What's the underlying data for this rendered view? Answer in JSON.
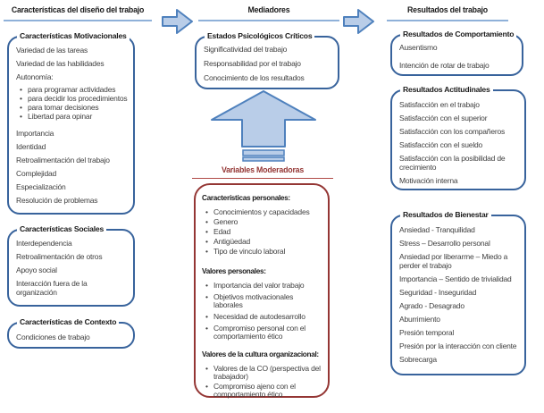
{
  "diagram": {
    "left": {
      "header": "Características del diseño del trabajo",
      "motivational": {
        "title": "Características  Motivacionales",
        "items_top": [
          "Variedad de las tareas",
          "Variedad de las habilidades",
          "Autonomía:"
        ],
        "autonomy_bullets": [
          "para programar  actividades",
          "para decidir los procedimientos",
          "para tomar decisiones",
          "Libertad para opinar"
        ],
        "items_bottom": [
          "Importancia",
          "Identidad",
          "Retroalimentación del trabajo",
          "Complejidad",
          "Especialización",
          "Resolución de problemas"
        ]
      },
      "social": {
        "title": "Características Sociales",
        "items": [
          "Interdependencia",
          "Retroalimentación de otros",
          "Apoyo social",
          "Interacción fuera de la organización"
        ]
      },
      "context": {
        "title": "Características de Contexto",
        "items": [
          "Condiciones de trabajo"
        ]
      }
    },
    "middle": {
      "header": "Mediadores",
      "critical_states": {
        "title": "Estados Psicológicos Críticos",
        "items": [
          "Significatividad del trabajo",
          "Responsabilidad por el trabajo",
          "Conocimiento de los resultados"
        ]
      },
      "moderators": {
        "header": "Variables Moderadoras",
        "groups": [
          {
            "title": "Características personales:",
            "bullets": [
              "Conocimientos y capacidades",
              "Genero",
              "Edad",
              "Antigüedad",
              "Tipo de vinculo laboral"
            ]
          },
          {
            "title": "Valores personales:",
            "bullets": [
              "Importancia del valor trabajo",
              "Objetivos motivacionales laborales",
              "Necesidad de autodesarrollo",
              "Compromiso personal con el comportamiento ético"
            ]
          },
          {
            "title": "Valores  de la cultura organizacional:",
            "bullets": [
              "Valores de la CO (perspectiva del trabajador)",
              "Compromiso ajeno con el comportamiento ético"
            ]
          }
        ]
      }
    },
    "right": {
      "header": "Resultados del trabajo",
      "behavior": {
        "title": "Resultados de Comportamiento",
        "items": [
          "Ausentismo",
          "Intención de rotar de trabajo"
        ]
      },
      "attitudinal": {
        "title": "Resultados Actitudinales",
        "items": [
          "Satisfacción en el trabajo",
          "Satisfacción con el superior",
          "Satisfacción con los compañeros",
          "Satisfacción con el sueldo",
          "Satisfacción con la posibilidad de crecimiento",
          "Motivación interna"
        ]
      },
      "wellbeing": {
        "title": "Resultados de Bienestar",
        "items": [
          "Ansiedad - Tranquilidad",
          "Stress – Desarrollo personal",
          "Ansiedad por liberarme – Miedo a perder el trabajo",
          "Importancia – Sentido de trivialidad",
          "Seguridad - Inseguridad",
          "Agrado - Desagrado",
          "Aburrimiento",
          "Presión temporal",
          "Presión por la interacción con cliente",
          "Sobrecarga"
        ]
      }
    },
    "colors": {
      "box_border_blue": "#38639c",
      "header_underline_blue": "#8fb1d9",
      "arrow_fill": "#b9cde8",
      "arrow_stroke": "#4f81bd",
      "moderator_red": "#943634"
    }
  }
}
